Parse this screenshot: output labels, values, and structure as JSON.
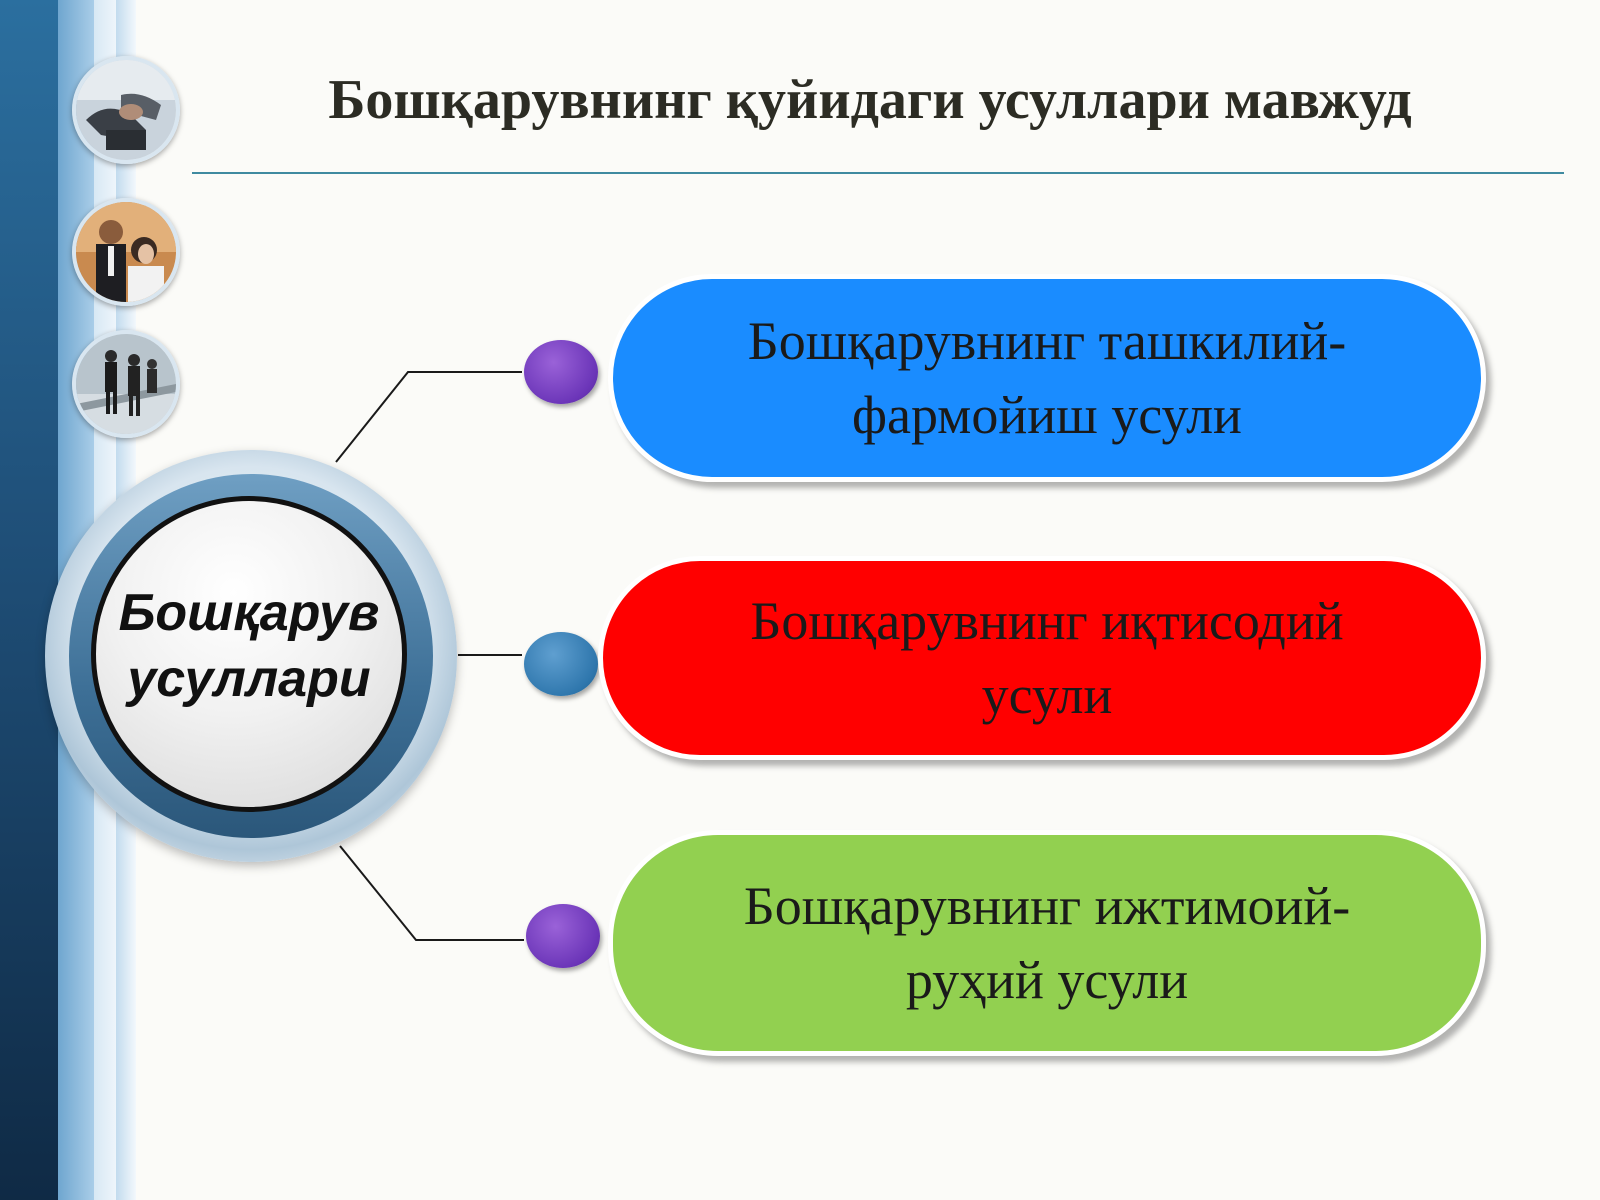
{
  "slide": {
    "title": "Бошқарувнинг қуйидаги усуллари мавжуд",
    "hub": {
      "line1": "Бошқарув",
      "line2": "усуллари"
    },
    "methods": [
      {
        "line1": "Бошқарувнинг ташкилий-",
        "line2": "фармойиш усули",
        "color": "#1a8cff"
      },
      {
        "line1": "Бошқарувнинг иқтисодий",
        "line2": "усули",
        "color": "#ff0000"
      },
      {
        "line1": "Бошқарувнинг ижтимоий-",
        "line2": "руҳий усули",
        "color": "#92d050"
      }
    ],
    "dot_colors": [
      "#6b35b8",
      "#2f77ad",
      "#6b35b8"
    ],
    "accent_color": "#3f8aa0",
    "side_photos": [
      "business-handshake-photo",
      "business-people-meeting-photo",
      "business-people-walking-photo"
    ]
  }
}
